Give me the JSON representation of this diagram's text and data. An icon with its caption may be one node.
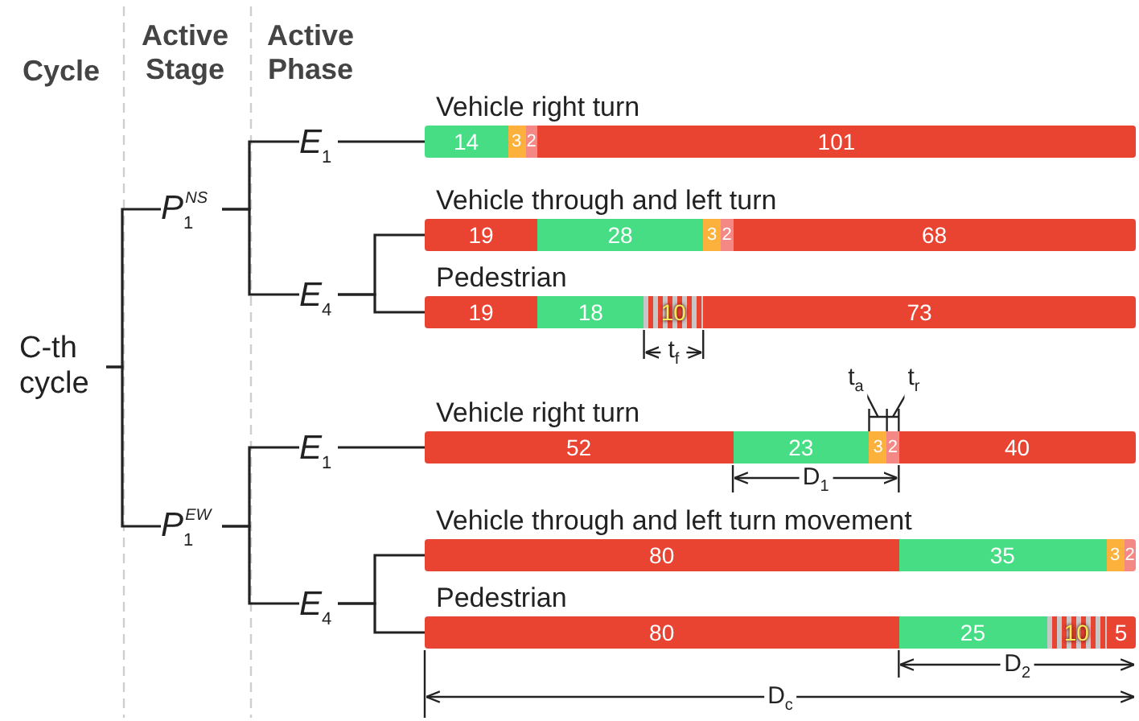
{
  "diagram": {
    "nodes": [
      {
        "text": [
          "C-th cycle"
        ]
      },
      {
        "text": [
          "P$_{1}$$^{NS}$"
        ]
      },
      {
        "text": [
          "E$_{1}$"
        ]
      },
      {
        "text": [
          "Vehicle right turn",
          "14",
          "3",
          "2",
          "101"
        ]
      },
      {
        "text": [
          "E$_{4}$"
        ]
      },
      {
        "text": [
          "Vehicle through and left turn",
          "19",
          "28",
          "3",
          "2",
          "68"
        ]
      },
      {
        "text": [
          "Pedestrian",
          "19",
          "18",
          "10",
          "73"
        ]
      },
      {
        "text": [
          "P$_{1}$$^{EW}$"
        ]
      },
      {
        "text": [
          "E$_{1}$"
        ]
      },
      {
        "text": [
          "Vehicle right turn",
          "52",
          "23",
          "3",
          "2",
          "40"
        ]
      },
      {
        "text": [
          "E$_{4}$"
        ]
      },
      {
        "text": [
          "Vehicle through and left turn movement",
          "80",
          "35",
          "3",
          "2"
        ]
      },
      {
        "text": [
          "Pedestrian",
          "80",
          "25",
          "10",
          "5"
        ]
      }
    ],
    "edges": [
      {
        "from": 0,
        "to": 1,
        "arrow": "none"
      },
      {
        "from": 0,
        "to": 7,
        "arrow": "none"
      },
      {
        "from": 1,
        "to": 2,
        "arrow": "none"
      },
      {
        "from": 1,
        "to": 4,
        "arrow": "none"
      },
      {
        "from": 2,
        "to": 3,
        "arrow": "none"
      },
      {
        "from": 4,
        "to": 5,
        "arrow": "none"
      },
      {
        "from": 4,
        "to": 6,
        "arrow": "none"
      },
      {
        "from": 7,
        "to": 8,
        "arrow": "none"
      },
      {
        "from": 7,
        "to": 10,
        "arrow": "none"
      },
      {
        "from": 8,
        "to": 9,
        "arrow": "none"
      },
      {
        "from": 10,
        "to": 11,
        "arrow": "none"
      },
      {
        "from": 10,
        "to": 12,
        "arrow": "none"
      }
    ],
    "labels": [
      "Cycle",
      "Active Stage",
      "Active Phase",
      "t$_{f}$",
      "t$_{a}$",
      "t$_{r}$",
      "D$_{1}$",
      "D$_{2}$",
      "D$_{c}$"
    ]
  }
}
